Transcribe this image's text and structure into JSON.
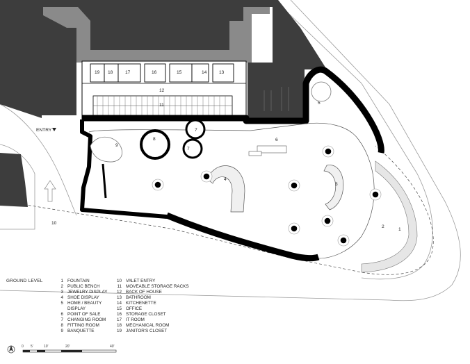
{
  "legend_title": "GROUND LEVEL",
  "legend": [
    {
      "num": "1",
      "text": "FOUNTAIN"
    },
    {
      "num": "2",
      "text": "PUBLIC BENCH"
    },
    {
      "num": "3",
      "text": "JEWELRY DISPLAY"
    },
    {
      "num": "4",
      "text": "SHOE DISPLAY"
    },
    {
      "num": "5",
      "text": "HOME / BEAUTY",
      "cont": "DISPLAY"
    },
    {
      "num": "6",
      "text": "POINT OF SALE"
    },
    {
      "num": "7",
      "text": "CHANGING ROOM"
    },
    {
      "num": "8",
      "text": "FITTING ROOM"
    },
    {
      "num": "9",
      "text": "BANQUETTE"
    },
    {
      "num": "10",
      "text": "VALET ENTRY"
    },
    {
      "num": "11",
      "text": "MOVEABLE STORAGE RACKS"
    },
    {
      "num": "12",
      "text": "BACK OF HOUSE"
    },
    {
      "num": "13",
      "text": "BATHROOM"
    },
    {
      "num": "14",
      "text": "KITCHENETTE"
    },
    {
      "num": "15",
      "text": "OFFICE"
    },
    {
      "num": "16",
      "text": "STORAGE CLOSET"
    },
    {
      "num": "17",
      "text": "IT ROOM"
    },
    {
      "num": "18",
      "text": "MECHANICAL ROOM"
    },
    {
      "num": "19",
      "text": "JANITOR'S CLOSET"
    }
  ],
  "entry_label": "ENTRY",
  "scale_bar": [
    "0",
    "5'",
    "10'",
    "20'",
    "40'"
  ],
  "plan_labels": {
    "l1": "1",
    "l2": "2",
    "l3": "3",
    "l4": "4",
    "l5": "5",
    "l6": "6",
    "l7a": "7",
    "l7b": "7",
    "l8": "8",
    "l9": "9",
    "l10": "10",
    "l11": "11",
    "l12": "12",
    "l13": "13",
    "l14": "14",
    "l15": "15",
    "l16": "16",
    "l17": "17",
    "l18": "18",
    "l19": "19"
  },
  "colors": {
    "building_fill": "#3d3d3d",
    "corridor_fill": "#8a8a8a",
    "wall": "#000000",
    "glass_fill": "#e6e6e6"
  }
}
